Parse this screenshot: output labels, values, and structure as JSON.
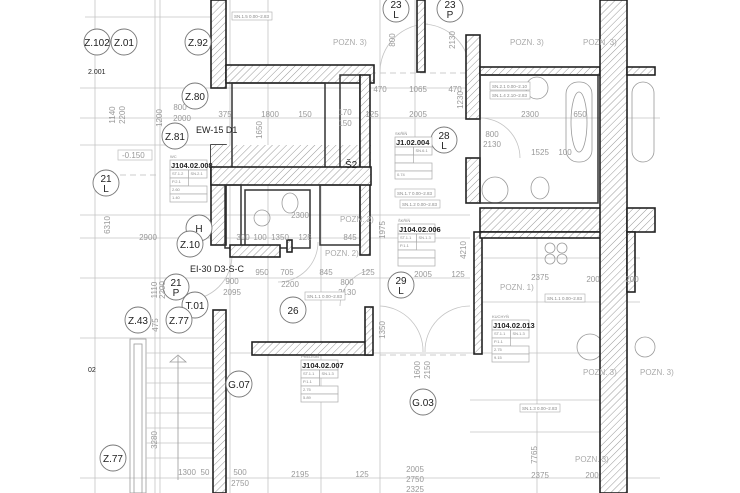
{
  "drawing": {
    "markers": [
      {
        "id": "Z.102"
      },
      {
        "id": "Z.01"
      },
      {
        "id": "Z.92"
      },
      {
        "id": "Z.80"
      },
      {
        "id": "Z.81"
      },
      {
        "id": "21",
        "sub": "L"
      },
      {
        "id": "H"
      },
      {
        "id": "Z.10"
      },
      {
        "id": "21",
        "sub": "P"
      },
      {
        "id": "T.01"
      },
      {
        "id": "Z.43"
      },
      {
        "id": "Z.77"
      },
      {
        "id": "Z.77"
      },
      {
        "id": "G.07"
      },
      {
        "id": "26"
      },
      {
        "id": "29",
        "sub": "L"
      },
      {
        "id": "G.03"
      },
      {
        "id": "23",
        "sub": "L"
      },
      {
        "id": "23",
        "sub": "P"
      },
      {
        "id": "28",
        "sub": "L"
      }
    ],
    "labels": {
      "door_ew": "EW-15 D1",
      "door_ei": "EI-30 D3-S-C",
      "shaft": "Š2",
      "level": "-0.150",
      "partial_room": "2.001",
      "partial_room2": "02"
    },
    "room_tags": [
      {
        "name": "WC",
        "code": "J104.02.008",
        "rows": [
          "ST.1.2",
          "SN.2.1",
          "P.2.1",
          "2.60",
          "1.40"
        ]
      },
      {
        "name": "SKŘÍŇ",
        "code": "J1.02.004",
        "rows": [
          "",
          "SN.6.1",
          "",
          "",
          "0.74"
        ]
      },
      {
        "name": "ŠKŘÍŇ",
        "code": "J104.02.006",
        "rows": [
          "ST.1.1",
          "SN.1.3",
          "P.1.1",
          "",
          ""
        ]
      },
      {
        "name": "PŘEDSÍŇ",
        "code": "J104.02.007",
        "rows": [
          "ST.1.1",
          "SN.1.3",
          "P.1.1",
          "2.75",
          "5.89"
        ]
      },
      {
        "name": "KUCHYŇ",
        "code": "J104.02.013",
        "rows": [
          "ST.1.1",
          "SN.1.3",
          "P.1.1",
          "2.75",
          "9.15"
        ]
      }
    ],
    "notes": [
      "POZN. 3)",
      "POZN. 3)",
      "POZN. 2)",
      "POZN. 2)",
      "POZN. 1)",
      "POZN. 3)",
      "POZN. 3)",
      "POZN. 3)",
      "POZN. 3)"
    ],
    "finish_notes": [
      "SN.1.5 0.00–2.83",
      "SN.2.1 0.00–2.10",
      "SN.1.4 2.10–2.83",
      "SN.1.7 0.00–2.83",
      "SN.1.1 0.00–2.83",
      "SN.1.2 0.00–2.83",
      "SN.1.1 0.00–2.83",
      "SN.1.3 0.00–2.83"
    ],
    "dimensions": [
      "2900",
      "1140",
      "2200",
      "800",
      "2000",
      "375",
      "1800",
      "150",
      "1650",
      "170",
      "150",
      "470",
      "1065",
      "470",
      "2005",
      "125",
      "2300",
      "650",
      "1525",
      "100",
      "800",
      "2130",
      "800",
      "2130",
      "800",
      "2130",
      "1975",
      "845",
      "950",
      "900",
      "2095",
      "705",
      "2200",
      "845",
      "125",
      "2005",
      "125",
      "1110",
      "2200",
      "475",
      "1300",
      "50",
      "500",
      "2750",
      "2195",
      "125",
      "2005",
      "2750",
      "2325",
      "1350",
      "1600",
      "2150",
      "3280",
      "2375",
      "2375",
      "7765",
      "6310",
      "4210",
      "1230",
      "200",
      "2300",
      "1200",
      "300",
      "100",
      "1350",
      "125",
      "200",
      "200"
    ]
  }
}
